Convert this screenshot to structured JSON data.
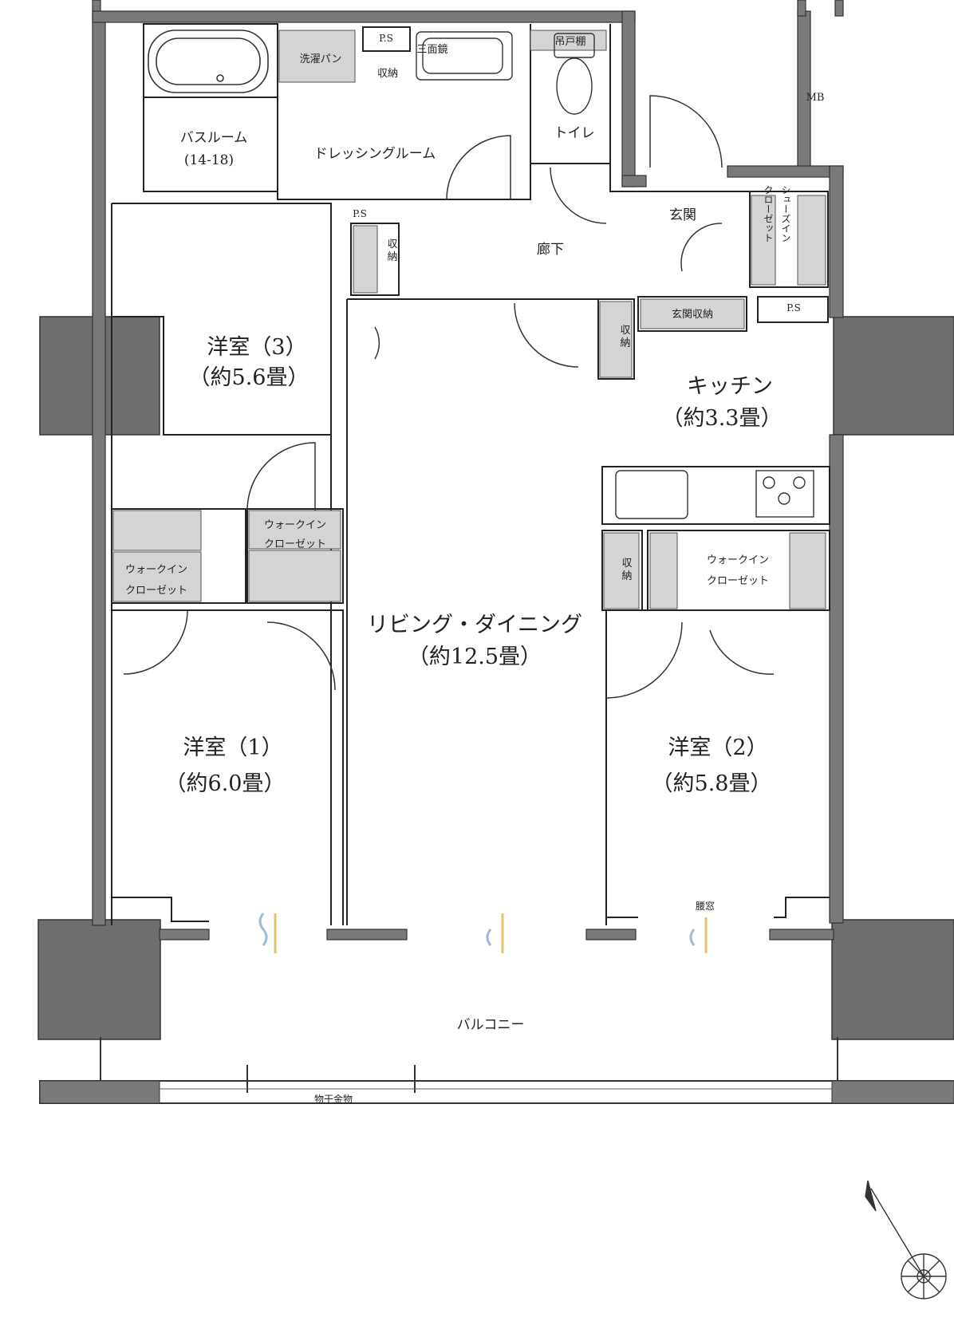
{
  "rooms": {
    "bath_name": "バスルーム",
    "bath_size": "(14-18)",
    "dressing": "ドレッシングルーム",
    "toilet": "トイレ",
    "hallway": "廊下",
    "entrance": "玄関",
    "room3_name": "洋室（3）",
    "room3_size": "（約5.6畳）",
    "kitchen_name": "キッチン",
    "kitchen_size": "（約3.3畳）",
    "living_name": "リビング・ダイニング",
    "living_size": "（約12.5畳）",
    "room1_name": "洋室（1）",
    "room1_size": "（約6.0畳）",
    "room2_name": "洋室（2）",
    "room2_size": "（約5.8畳）",
    "balcony": "バルコニー"
  },
  "labels": {
    "laundry_pan": "洗濯パン",
    "ps": "P.S",
    "storage": "収納",
    "storage_v1": "収",
    "storage_v2": "納",
    "triple_mirror": "三面鏡",
    "upper_shelf": "吊戸棚",
    "mb": "MB",
    "shoe_closet_col1": "シューズイン",
    "shoe_closet_col2": "クローゼット",
    "entrance_storage": "玄関収納",
    "walkin_1": "ウォークイン",
    "walkin_2": "クローゼット",
    "waist_window": "腰窓",
    "laundry_hardware": "物干金物"
  }
}
